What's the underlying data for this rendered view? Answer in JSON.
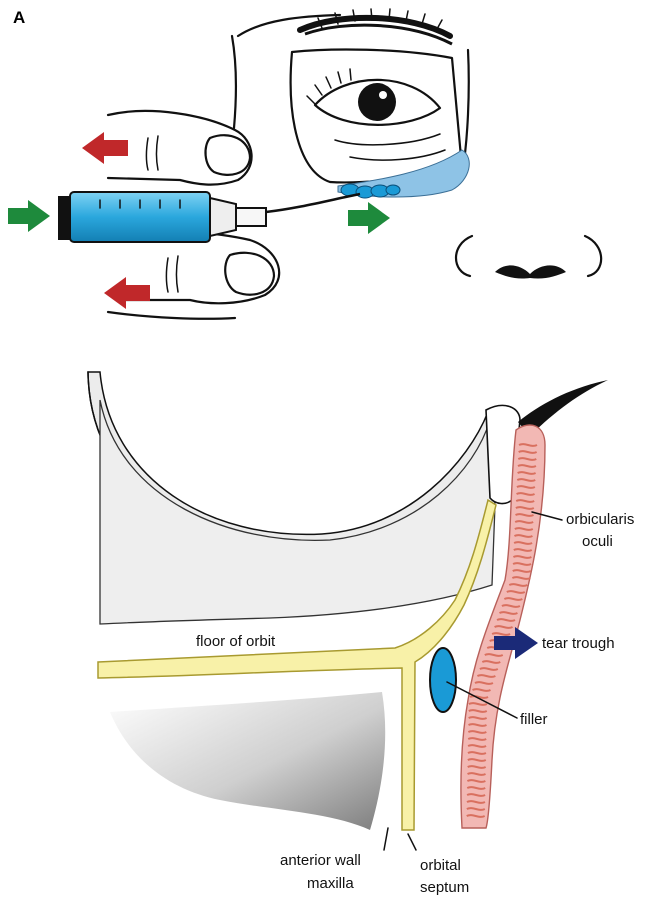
{
  "panel_letter": "A",
  "labels": {
    "orbicularis_line1": "orbicularis",
    "orbicularis_line2": "oculi",
    "tear_trough": "tear trough",
    "floor_of_orbit": "floor of orbit",
    "filler": "filler",
    "anterior_wall_line1": "anterior wall",
    "anterior_wall_line2": "maxilla",
    "orbital_septum_line1": "orbital",
    "orbital_septum_line2": "septum"
  },
  "colors": {
    "push_arrow": "#1e8a3c",
    "pull_arrow": "#c0282a",
    "direction_arrow": "#1b2a78",
    "syringe_barrel": "#2aa7dd",
    "filler": "#1a9ad6",
    "injected_area": "#8ec3e6",
    "muscle": "#f2b8b4",
    "muscle_fibers": "#d9705f",
    "septum": "#f8f1a8",
    "globe": "#ececec"
  },
  "icons": [
    "syringe-icon",
    "eye-icon",
    "nose-icon",
    "left-arrow-icon",
    "right-arrow-icon"
  ]
}
